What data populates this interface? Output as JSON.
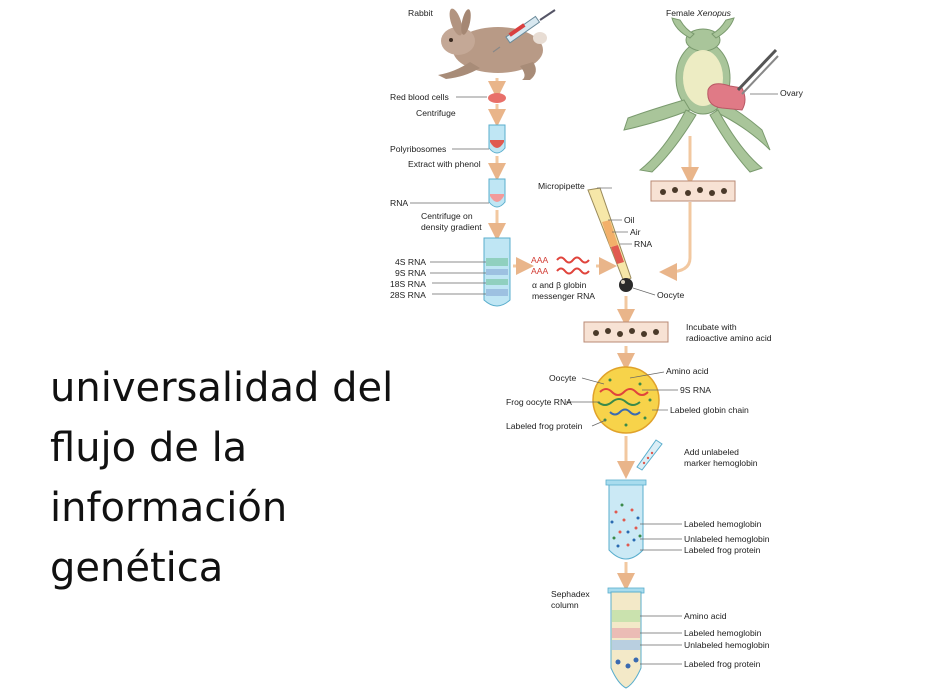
{
  "caption": {
    "lines": [
      "universalidad del",
      "flujo de la",
      "información",
      "genética"
    ]
  },
  "labels": {
    "rabbit": "Rabbit",
    "female_xenopus_prefix": "Female ",
    "female_xenopus_species": "Xenopus",
    "ovary": "Ovary",
    "red_blood_cells": "Red blood cells",
    "centrifuge": "Centrifuge",
    "polyribosomes": "Polyribosomes",
    "extract_with_phenol": "Extract with phenol",
    "rna": "RNA",
    "centrifuge_on": "Centrifuge on",
    "density_gradient": "density gradient",
    "rna_4s": "4S RNA",
    "rna_9s": "9S RNA",
    "rna_18s": "18S RNA",
    "rna_28s": "28S RNA",
    "aaa_1": "AAA",
    "aaa_2": "AAA",
    "globin_mrna_1": "α and β globin",
    "globin_mrna_2": "messenger RNA",
    "micropipette": "Micropipette",
    "oil": "Oil",
    "air": "Air",
    "rna_pipette": "RNA",
    "oocyte_pipette": "Oocyte",
    "incubate_1": "Incubate with",
    "incubate_2": "radioactive amino acid",
    "oocyte": "Oocyte",
    "amino_acid_top": "Amino acid",
    "rna_9s_cell": "9S RNA",
    "frog_oocyte_rna": "Frog oocyte RNA",
    "labeled_globin_chain": "Labeled globin chain",
    "labeled_frog_protein_cell": "Labeled frog protein",
    "add_unlabeled_1": "Add unlabeled",
    "add_unlabeled_2": "marker hemoglobin",
    "labeled_hemoglobin_tube": "Labeled hemoglobin",
    "unlabeled_hemoglobin_tube": "Unlabeled hemoglobin",
    "labeled_frog_protein_tube": "Labeled frog protein",
    "sephadex_1": "Sephadex",
    "sephadex_2": "column",
    "amino_acid_col": "Amino acid",
    "labeled_hemoglobin_col": "Labeled hemoglobin",
    "unlabeled_hemoglobin_col": "Unlabeled hemoglobin",
    "labeled_frog_protein_col": "Labeled frog protein"
  },
  "colors": {
    "arrow": "#f2c8a0",
    "tube_blue": "#a8dcee",
    "tube_outline": "#5aaecd",
    "rabbit": "#b89a86",
    "frog": "#a9c59a",
    "ovary": "#e07a86",
    "rna_red": "#e0443c",
    "cell_yellow": "#f7d34a",
    "leader": "#666666"
  }
}
